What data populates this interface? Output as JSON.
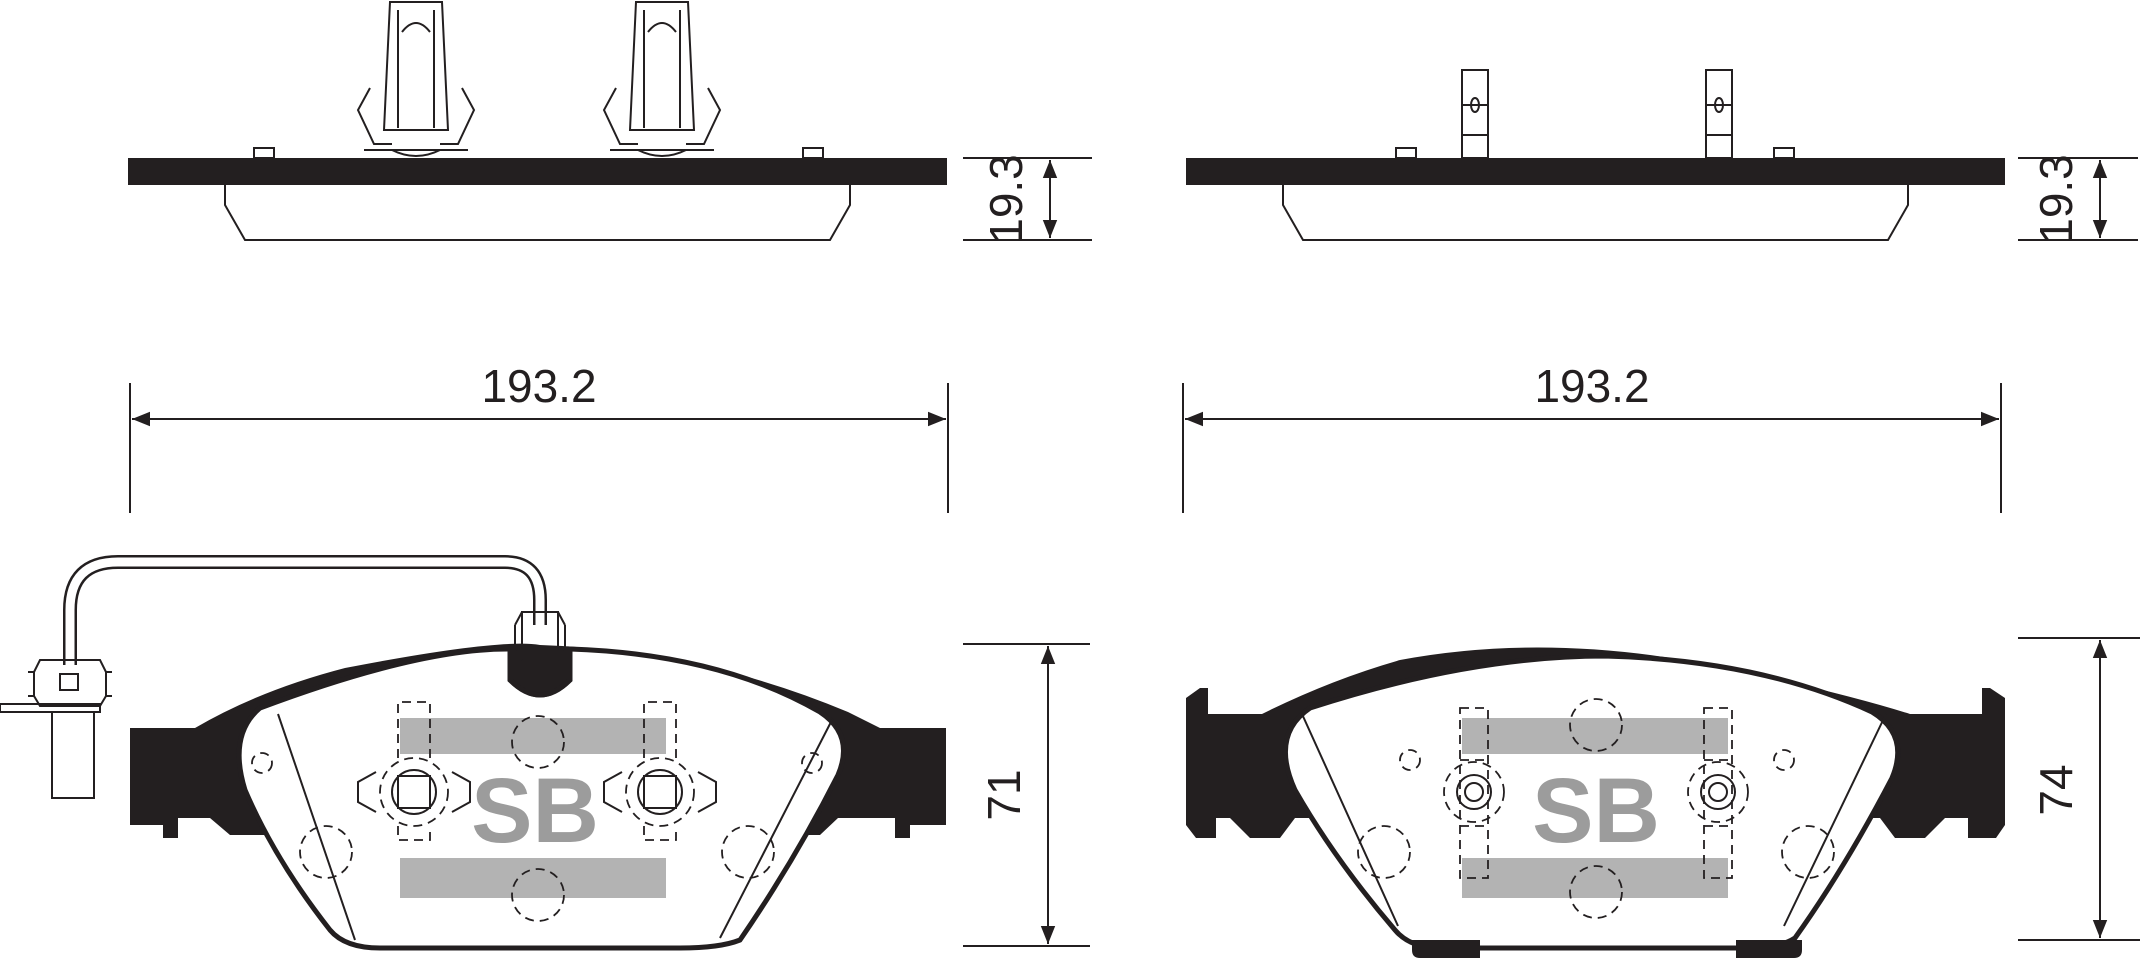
{
  "drawings": [
    {
      "name": "pad-with-sensor",
      "width_label": "193.2",
      "thickness_label": "19.3",
      "height_label": "71",
      "logo": "SB"
    },
    {
      "name": "pad-without-sensor",
      "width_label": "193.2",
      "thickness_label": "19.3",
      "height_label": "74",
      "logo": "SB"
    }
  ],
  "colors": {
    "line": "#231f20",
    "logo_band": "#b3b3b3",
    "logo_text": "#9c9c9c"
  }
}
